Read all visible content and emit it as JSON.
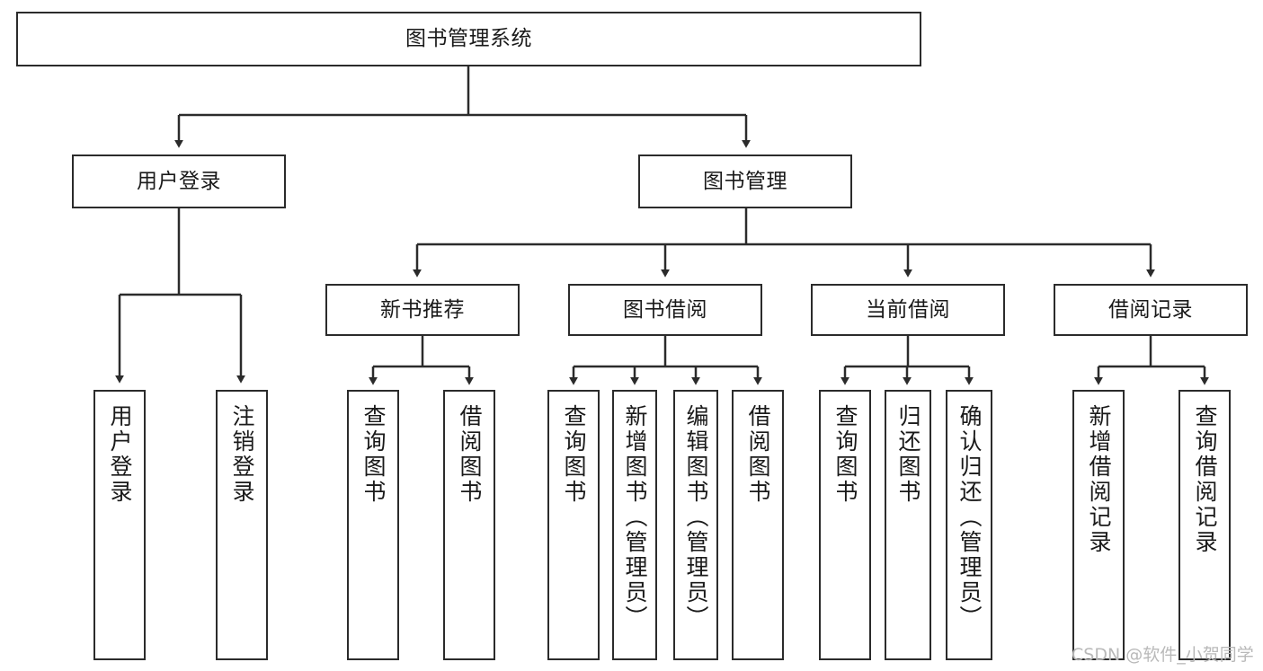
{
  "diagram": {
    "type": "tree-hierarchy",
    "title": "图书管理系统",
    "orientation": "top-down",
    "colors": {
      "box_border": "#2b2b2b",
      "box_fill": "#ffffff",
      "connector": "#2b2b2b",
      "text": "#1a1a1a",
      "watermark": "#b9b9b9",
      "background": "#ffffff"
    },
    "nodes": {
      "root": {
        "label": "图书管理系统"
      },
      "level2": [
        {
          "label": "用户登录"
        },
        {
          "label": "图书管理"
        }
      ],
      "level3": [
        {
          "label": "新书推荐"
        },
        {
          "label": "图书借阅"
        },
        {
          "label": "当前借阅"
        },
        {
          "label": "借阅记录"
        }
      ],
      "leaves": {
        "user_login": [
          {
            "label": "用户登录"
          },
          {
            "label": "注销登录"
          }
        ],
        "new_book": [
          {
            "label": "查询图书"
          },
          {
            "label": "借阅图书"
          }
        ],
        "book_borrow": [
          {
            "label": "查询图书"
          },
          {
            "label": "新增图书（管理员）"
          },
          {
            "label": "编辑图书（管理员）"
          },
          {
            "label": "借阅图书"
          }
        ],
        "current_borrow": [
          {
            "label": "查询图书"
          },
          {
            "label": "归还图书"
          },
          {
            "label": "确认归还（管理员）"
          }
        ],
        "borrow_record": [
          {
            "label": "新增借阅记录"
          },
          {
            "label": "查询借阅记录"
          }
        ]
      }
    },
    "watermark": "CSDN @软件_小贺同学"
  }
}
